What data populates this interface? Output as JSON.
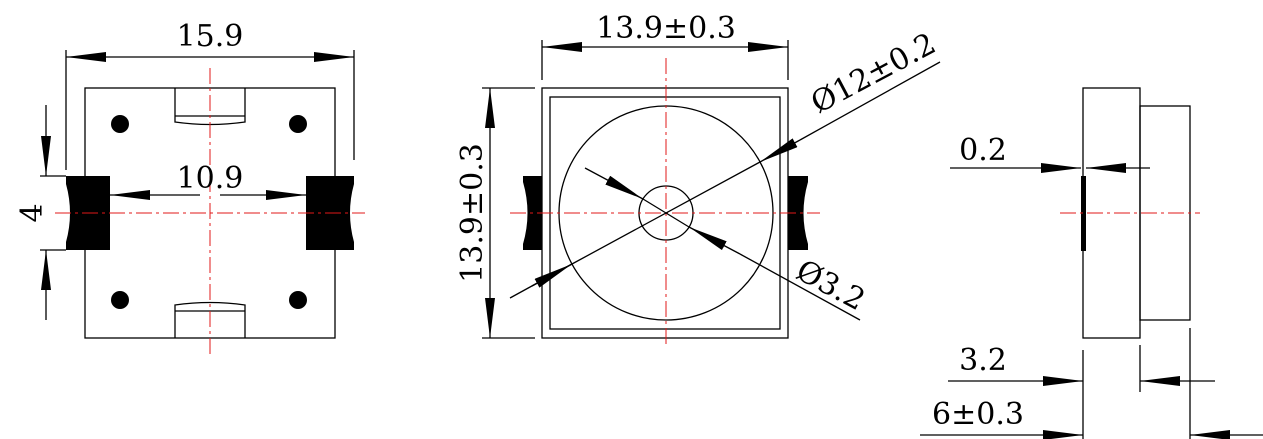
{
  "dimensions": {
    "bottom_width": "15.9",
    "pad_spacing": "10.9",
    "pad_height": "4",
    "top_width": "13.9±0.3",
    "top_height": "13.9±0.3",
    "outer_diameter": "Ø12±0.2",
    "inner_diameter": "Ø3.2",
    "terminal_thickness": "0.2",
    "body_depth": "3.2",
    "total_depth": "6±0.3"
  }
}
